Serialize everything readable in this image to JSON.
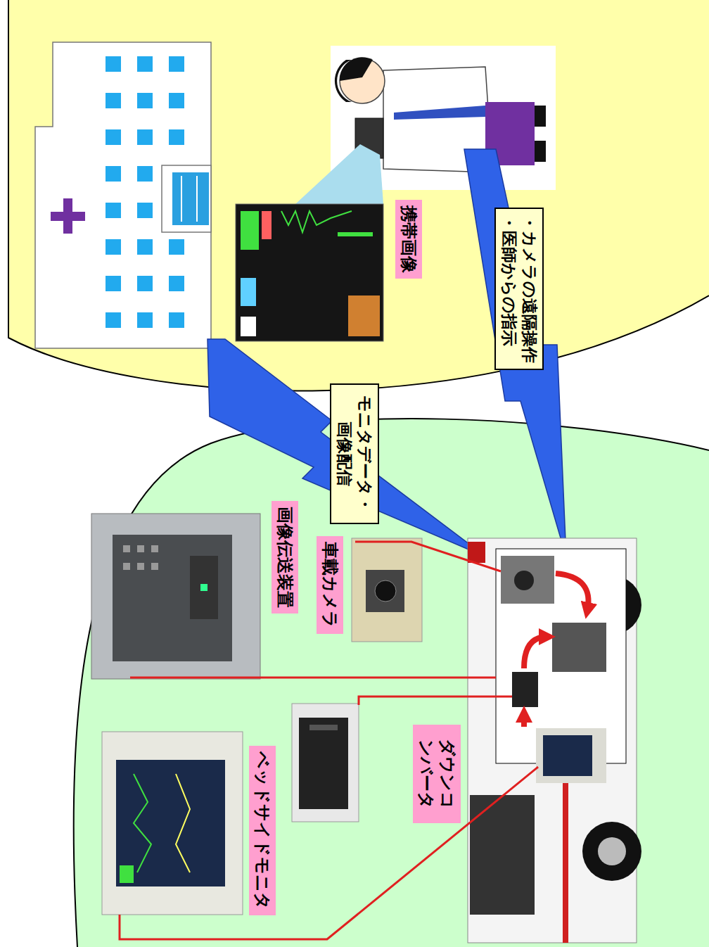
{
  "diagram": {
    "nodes": [
      {
        "text": [
          "携帯画像"
        ]
      },
      {
        "text": [
          "モニタデータ・ 画像配信"
        ]
      },
      {
        "text": [
          "・カメラの遠隔操作",
          "・医師からの指示"
        ]
      },
      {
        "text": [
          "画像伝送装置"
        ]
      },
      {
        "text": [
          "車載カメラ"
        ]
      },
      {
        "text": [
          "ダウンコンバータ"
        ]
      },
      {
        "text": [
          "ベッドサイドモニタ"
        ]
      }
    ]
  }
}
